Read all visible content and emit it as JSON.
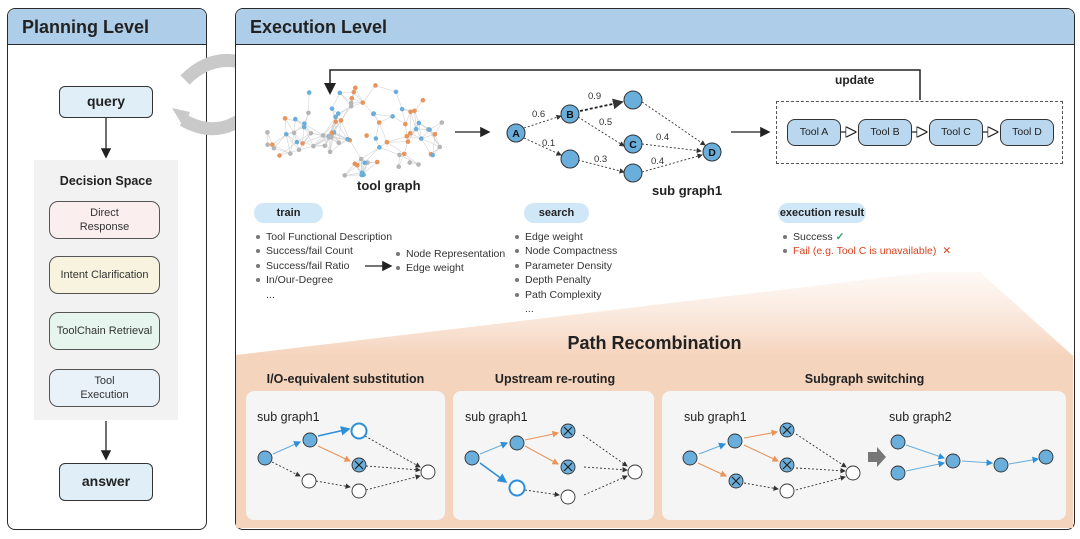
{
  "planning": {
    "title": "Planning Level",
    "query": "query",
    "decision_space_title": "Decision Space",
    "options": [
      {
        "line1": "Direct",
        "line2": "Response",
        "color": "#fbeeee"
      },
      {
        "line1": "Intent Clarification",
        "line2": "",
        "color": "#f8f3df"
      },
      {
        "line1": "ToolChain Retrieval",
        "line2": "",
        "color": "#e6f6ee"
      },
      {
        "line1": "Tool",
        "line2": "Execution",
        "color": "#eaf2f9"
      }
    ],
    "answer": "answer"
  },
  "execution": {
    "title": "Execution Level",
    "update": "update",
    "tool_graph_label": "tool graph",
    "sub_graph_label": "sub graph1",
    "nodes": [
      "A",
      "B",
      "C",
      "D"
    ],
    "edge_weights": [
      "0.6",
      "0.9",
      "0.5",
      "0.4",
      "0.1",
      "0.3",
      "0.4"
    ],
    "tools": [
      "Tool A",
      "Tool B",
      "Tool C",
      "Tool D"
    ],
    "train": {
      "tag": "train",
      "items": [
        "Tool Functional Description",
        "Success/fail Count",
        "Success/fail Ratio",
        "In/Our-Degree",
        "..."
      ],
      "outputs": [
        "Node Representation",
        "Edge weight"
      ]
    },
    "search": {
      "tag": "search",
      "items": [
        "Edge weight",
        "Node Compactness",
        "Parameter Density",
        "Depth Penalty",
        "Path Complexity",
        "..."
      ]
    },
    "result": {
      "tag": "execution result",
      "success": "Success",
      "success_mark": "✓",
      "fail": "Fail (e.g. Tool C is unavailable)",
      "fail_mark": "✕"
    }
  },
  "recombination": {
    "title": "Path Recombination",
    "sections": [
      {
        "title": "I/O-equivalent substitution",
        "graph": "sub graph1"
      },
      {
        "title": "Upstream re-routing",
        "graph": "sub graph1"
      },
      {
        "title": "Subgraph switching",
        "graph": "sub graph1",
        "graph2": "sub graph2"
      }
    ]
  },
  "colors": {
    "header": "#aecde8",
    "node": "#6aaedc",
    "highlight": "#2d8fd9",
    "orange": "#e8945a",
    "recomb_bg": "#f5d4bd"
  }
}
